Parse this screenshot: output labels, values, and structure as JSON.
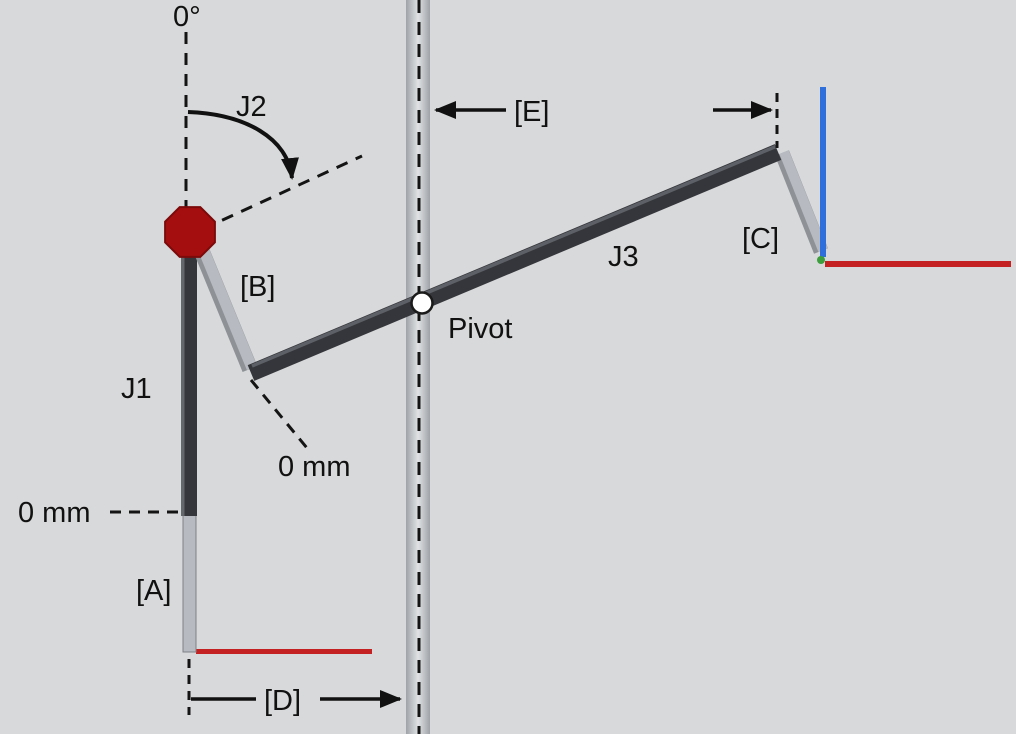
{
  "diagram": {
    "labels": {
      "angle_reference": "0°",
      "joint_j2": "J2",
      "joint_j1": "J1",
      "joint_j3": "J3",
      "marker_a": "[A]",
      "marker_b": "[B]",
      "marker_c": "[C]",
      "marker_d": "[D]",
      "marker_e": "[E]",
      "pivot": "Pivot",
      "zero_mm_left": "0 mm",
      "zero_mm_diagonal": "0 mm"
    },
    "colors": {
      "background": "#d8d9da",
      "joint_marker_red": "#a50e0e",
      "axis_red": "#c42222",
      "axis_blue": "#2e6fdb",
      "axis_green": "#3c9e3c",
      "link_dark": "#34363b",
      "link_light": "#b7bbc1"
    }
  }
}
